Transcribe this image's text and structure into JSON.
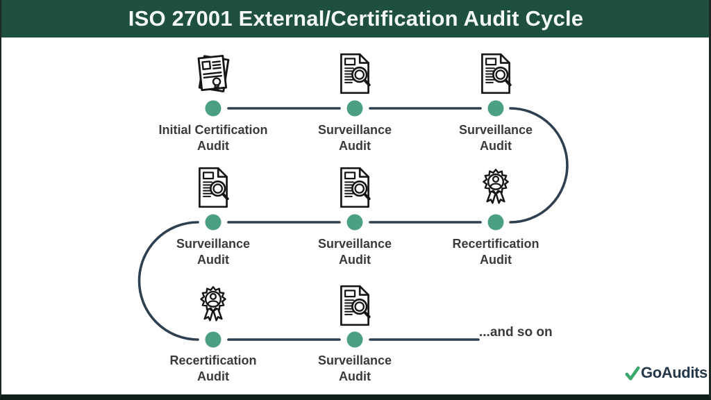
{
  "header": {
    "title": "ISO 27001 External/Certification Audit Cycle",
    "bg_color": "#1F4F3F",
    "text_color": "#F4F8F6"
  },
  "diagram": {
    "nodes": [
      {
        "line1": "Initial Certification",
        "line2": "Audit",
        "icon": "certificate-documents-icon",
        "row": 1,
        "col": 1
      },
      {
        "line1": "Surveillance",
        "line2": "Audit",
        "icon": "document-magnifier-icon",
        "row": 1,
        "col": 2
      },
      {
        "line1": "Surveillance",
        "line2": "Audit",
        "icon": "document-magnifier-icon",
        "row": 1,
        "col": 3
      },
      {
        "line1": "Surveillance",
        "line2": "Audit",
        "icon": "document-magnifier-icon",
        "row": 2,
        "col": 1
      },
      {
        "line1": "Surveillance",
        "line2": "Audit",
        "icon": "document-magnifier-icon",
        "row": 2,
        "col": 2
      },
      {
        "line1": "Recertification",
        "line2": "Audit",
        "icon": "award-ribbon-icon",
        "row": 2,
        "col": 3
      },
      {
        "line1": "Recertification",
        "line2": "Audit",
        "icon": "award-ribbon-icon",
        "row": 3,
        "col": 1
      },
      {
        "line1": "Surveillance",
        "line2": "Audit",
        "icon": "document-magnifier-icon",
        "row": 3,
        "col": 2
      }
    ],
    "flow_order": "Initial Certification → Surveillance → Surveillance → Recertification → Surveillance → Surveillance → Recertification → Surveillance → ...",
    "continuation_label": "...and so on",
    "colors": {
      "dot": "#4AA080",
      "line": "#2E4050",
      "label_text": "#3A3A3A",
      "icon_stroke": "#161616"
    }
  },
  "footer": {
    "brand_name": "GoAudits",
    "check_icon_color": "#3CA76B",
    "brand_text_color": "#24384A"
  }
}
